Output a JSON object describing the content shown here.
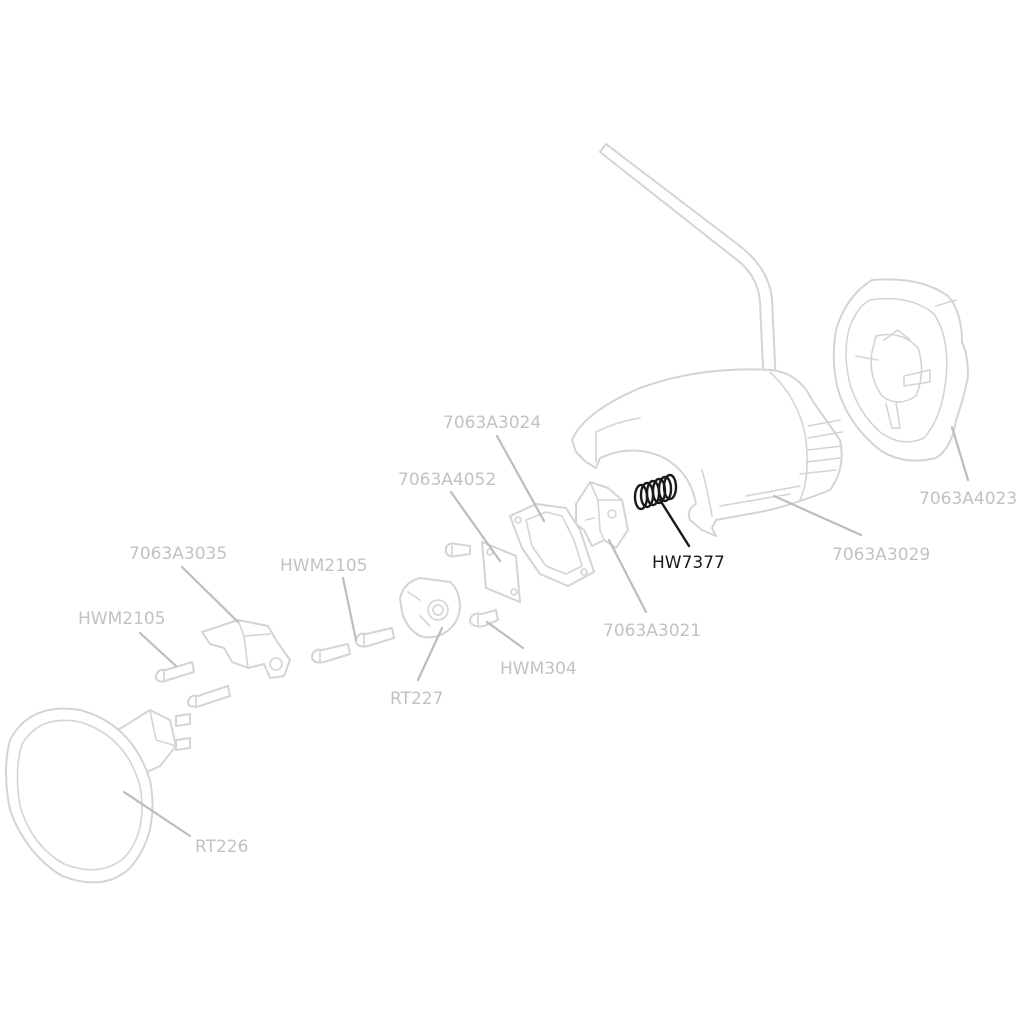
{
  "callouts": {
    "p7063A3024": "7063A3024",
    "p7063A4052": "7063A4052",
    "p7063A3035": "7063A3035",
    "hwm2105_top": "HWM2105",
    "hwm2105_left": "HWM2105",
    "hw7377": "HW7377",
    "p7063A3029": "7063A3029",
    "p7063A4023": "7063A4023",
    "p7063A3021": "7063A3021",
    "hwm304": "HWM304",
    "rt227": "RT227",
    "rt226": "RT226"
  },
  "highlighted_part": "HW7377",
  "colors": {
    "highlight": "#1a1a1a",
    "muted_label": "#c2c2c2",
    "outline": "#d4d4d4"
  }
}
